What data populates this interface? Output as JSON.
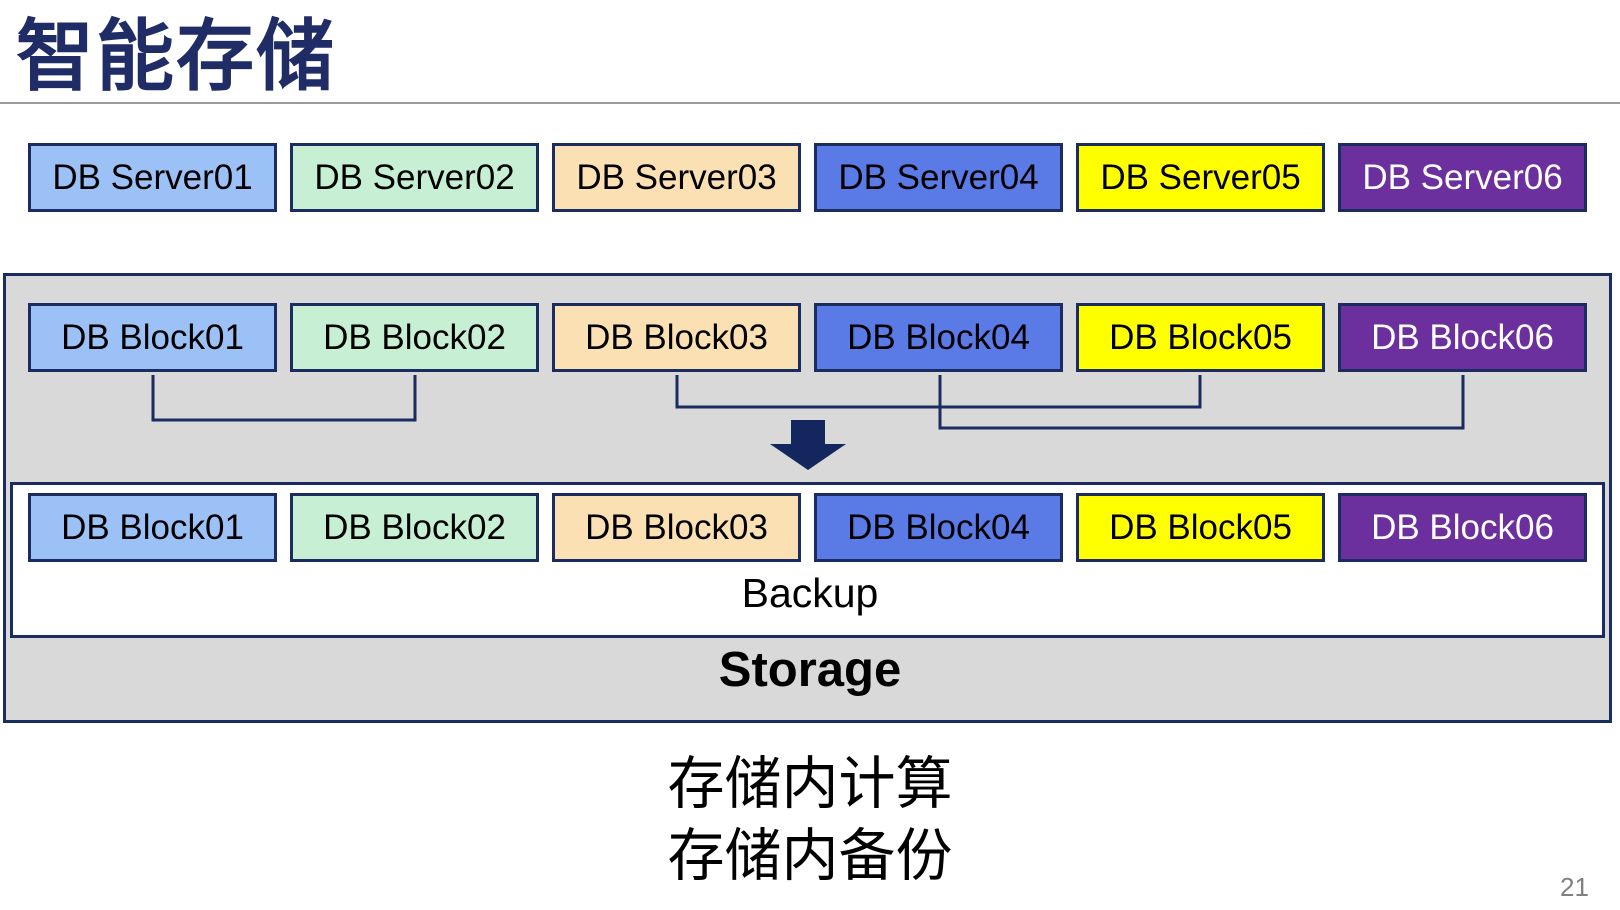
{
  "title": "智能存储",
  "server_row": {
    "items": [
      {
        "label": "DB Server01",
        "bg": "#9cc1f6",
        "fg": "#000000"
      },
      {
        "label": "DB Server02",
        "bg": "#c6efd3",
        "fg": "#000000"
      },
      {
        "label": "DB Server03",
        "bg": "#fae0b2",
        "fg": "#000000"
      },
      {
        "label": "DB Server04",
        "bg": "#5a7ae6",
        "fg": "#000000"
      },
      {
        "label": "DB Server05",
        "bg": "#ffff00",
        "fg": "#000000"
      },
      {
        "label": "DB Server06",
        "bg": "#6c2f9e",
        "fg": "#ffffff"
      }
    ]
  },
  "block_row_top": {
    "items": [
      {
        "label": "DB Block01",
        "bg": "#9cc1f6",
        "fg": "#000000"
      },
      {
        "label": "DB Block02",
        "bg": "#c6efd3",
        "fg": "#000000"
      },
      {
        "label": "DB Block03",
        "bg": "#fae0b2",
        "fg": "#000000"
      },
      {
        "label": "DB Block04",
        "bg": "#5a7ae6",
        "fg": "#000000"
      },
      {
        "label": "DB Block05",
        "bg": "#ffff00",
        "fg": "#000000"
      },
      {
        "label": "DB Block06",
        "bg": "#6c2f9e",
        "fg": "#ffffff"
      }
    ]
  },
  "block_row_bottom": {
    "items": [
      {
        "label": "DB Block01",
        "bg": "#9cc1f6",
        "fg": "#000000"
      },
      {
        "label": "DB Block02",
        "bg": "#c6efd3",
        "fg": "#000000"
      },
      {
        "label": "DB Block03",
        "bg": "#fae0b2",
        "fg": "#000000"
      },
      {
        "label": "DB Block04",
        "bg": "#5a7ae6",
        "fg": "#000000"
      },
      {
        "label": "DB Block05",
        "bg": "#ffff00",
        "fg": "#000000"
      },
      {
        "label": "DB Block06",
        "bg": "#6c2f9e",
        "fg": "#ffffff"
      }
    ]
  },
  "backup_label": "Backup",
  "storage_label": "Storage",
  "captions": {
    "line1": "存储内计算",
    "line2": "存储内备份"
  },
  "page_number": "21",
  "colors": {
    "title_navy": "#1f2c66",
    "border_navy": "#1a2c60",
    "arrow_navy": "#13265e",
    "container_gray": "#d9d9d9",
    "divider_gray": "#9a9a9a",
    "page_number_gray": "#808080",
    "yellow": "#ffff00",
    "purple": "#6c2f9e",
    "royal_blue": "#5a7ae6",
    "light_blue": "#9cc1f6",
    "mint_green": "#c6efd3",
    "wheat": "#fae0b2"
  }
}
